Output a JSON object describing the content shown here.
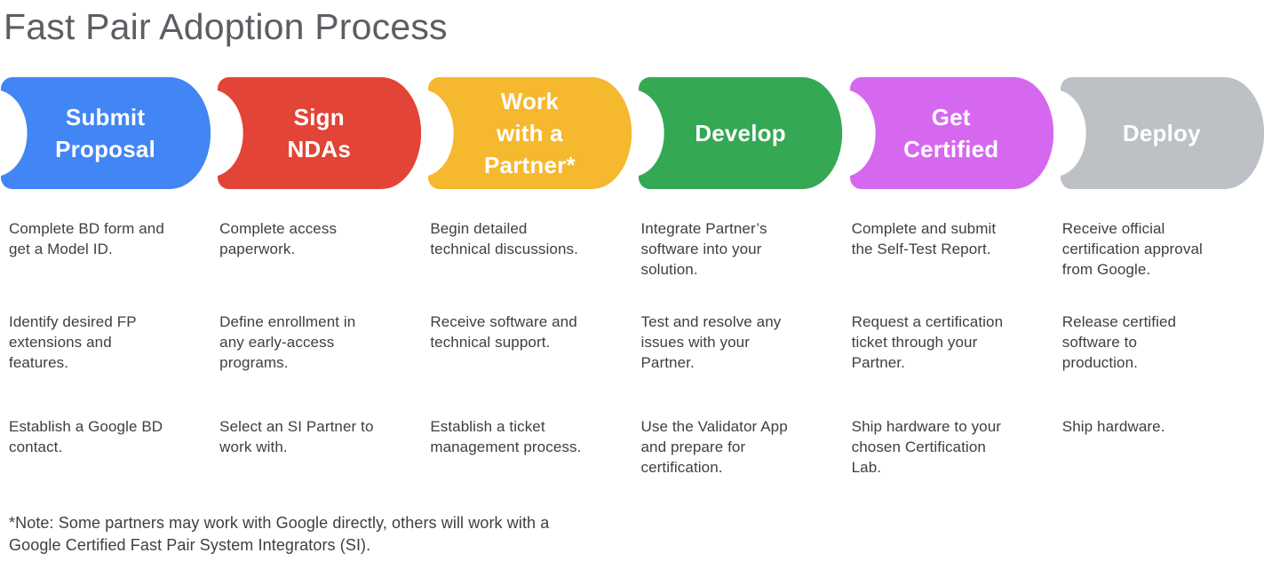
{
  "page": {
    "title": "Fast Pair Adoption Process",
    "note": "*Note: Some partners may work with Google directly, others will work with a\nGoogle Certified Fast Pair System Integrators (SI)."
  },
  "colors": {
    "title_text": "#5B5E63",
    "body_text": "#3C4043",
    "step_label_text": "#FFFFFF"
  },
  "steps": [
    {
      "id": "submit-proposal",
      "label": "Submit\nProposal",
      "color": "#4285F4",
      "items": [
        "Complete BD form and\nget a Model ID.",
        "Identify desired FP\nextensions and\nfeatures.",
        "Establish a Google BD\ncontact."
      ]
    },
    {
      "id": "sign-ndas",
      "label": "Sign\nNDAs",
      "color": "#E34438",
      "items": [
        "Complete access\npaperwork.",
        "Define enrollment in\nany early-access\nprograms.",
        "Select an SI Partner to\nwork with."
      ]
    },
    {
      "id": "work-with-a-partner",
      "label": "Work\nwith a\nPartner*",
      "color": "#F5B82E",
      "items": [
        "Begin detailed\ntechnical discussions.",
        "Receive software and\ntechnical support.",
        "Establish a ticket\nmanagement process."
      ]
    },
    {
      "id": "develop",
      "label": "Develop",
      "color": "#34A853",
      "items": [
        "Integrate Partner’s\nsoftware into your\nsolution.",
        "Test and resolve any\nissues with your\nPartner.",
        "Use the Validator App\nand prepare for\ncertification."
      ]
    },
    {
      "id": "get-certified",
      "label": "Get\nCertified",
      "color": "#D668F0",
      "items": [
        "Complete and submit\nthe Self-Test Report.",
        "Request a certification\nticket through your\nPartner.",
        "Ship hardware to your\nchosen Certification\nLab."
      ]
    },
    {
      "id": "deploy",
      "label": "Deploy",
      "color": "#BDC1C6",
      "items": [
        "Receive official\ncertification approval\nfrom Google.",
        "Release certified\nsoftware to\nproduction.",
        "Ship hardware."
      ]
    }
  ]
}
